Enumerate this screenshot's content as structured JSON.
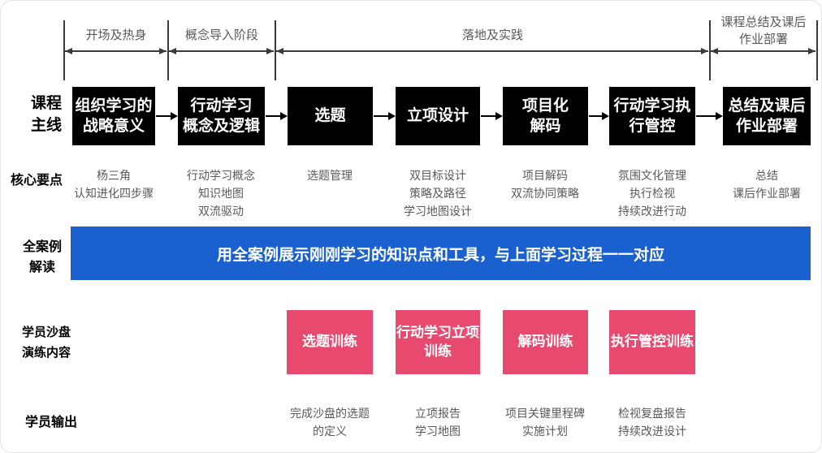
{
  "timeline": {
    "phases": [
      {
        "label": "开场及热身"
      },
      {
        "label": "概念导入阶段"
      },
      {
        "label": "落地及实践"
      },
      {
        "label": "课程总结及课后\n作业部署"
      }
    ]
  },
  "main_row": {
    "label": "课程\n主线",
    "boxes": [
      "组织学习的\n战略意义",
      "行动学习\n概念及逻辑",
      "选题",
      "立项设计",
      "项目化\n解码",
      "行动学习执\n行管控",
      "总结及课后\n作业部署"
    ]
  },
  "key_points_row": {
    "label": "核心要点",
    "columns": [
      "杨三角\n认知进化四步骤",
      "行动学习概念\n知识地图\n双流驱动",
      "选题管理",
      "双目标设计\n策略及路径\n学习地图设计",
      "项目解码\n双流协同策略",
      "氛围文化管理\n执行检视\n持续改进行动",
      "总结\n课后作业部署"
    ]
  },
  "case_row": {
    "label": "全案例\n解读",
    "banner": "用全案例展示刚刚学习的知识点和工具，与上面学习过程一一对应"
  },
  "practice_row": {
    "label": "学员沙盘\n演练内容",
    "boxes": [
      "选题训练",
      "行动学习立项\n训练",
      "解码训练",
      "执行管控训练"
    ]
  },
  "output_row": {
    "label": "学员输出",
    "columns": [
      "完成沙盘的选题\n的定义",
      "立项报告\n学习地图",
      "项目关键里程碑\n实施计划",
      "检视复盘报告\n持续改进设计"
    ]
  },
  "colors": {
    "box_black": "#000000",
    "accent_blue": "#1b60cf",
    "accent_pink": "#e84a6f",
    "muted_text": "#595959"
  }
}
